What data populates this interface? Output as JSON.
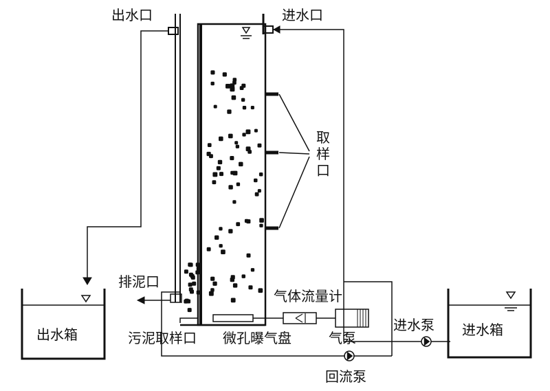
{
  "labels": {
    "outlet": "出水口",
    "inlet": "进水口",
    "sampling_port": "取样口",
    "sludge_discharge": "排泥口",
    "gas_flowmeter": "气体流量计",
    "sludge_sampling_port": "污泥取样口",
    "microporous_aerator": "微孔曝气盘",
    "air_pump": "气泵",
    "inlet_pump": "进水泵",
    "inlet_tank": "进水箱",
    "outlet_tank": "出水箱",
    "return_pump": "回流泵"
  },
  "colors": {
    "stroke": "#111111",
    "particle": "#111111",
    "background": "#ffffff"
  },
  "particles": {
    "count": 70,
    "sampling_port_count": 3
  }
}
